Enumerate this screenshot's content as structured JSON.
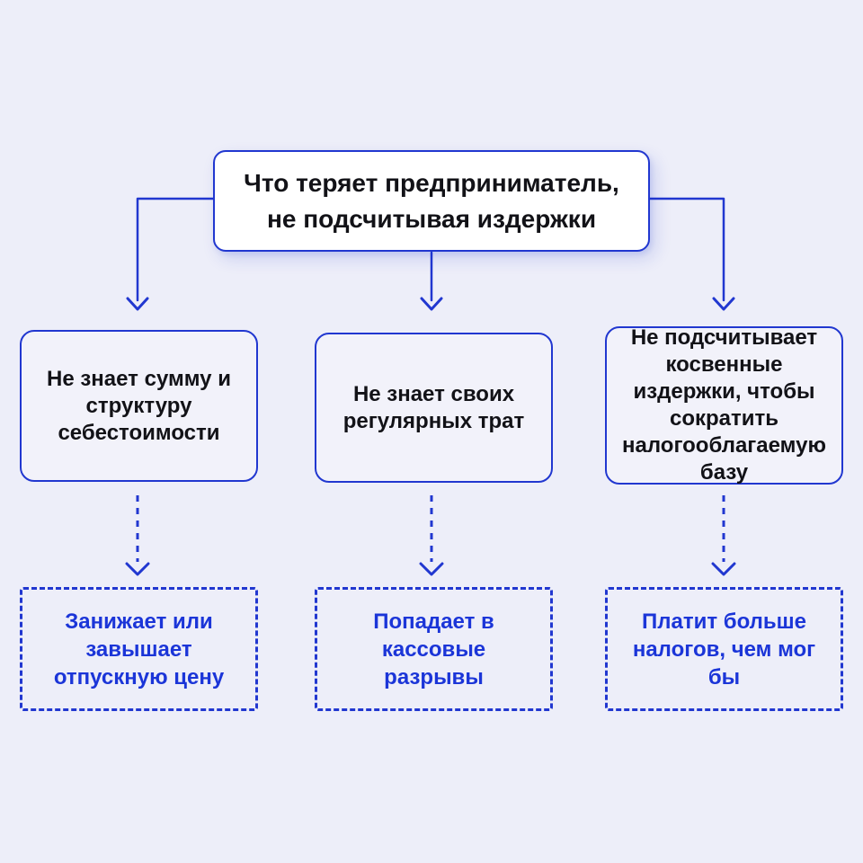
{
  "colors": {
    "background": "#edeef9",
    "accent": "#2137d0",
    "consequence_text": "#1b35d8",
    "root_fill": "#ffffff",
    "text": "#121217"
  },
  "root": {
    "lines": [
      "Что теряет предприниматель,",
      "не подсчитывая издержки"
    ],
    "text": "Что теряет предприниматель, не подсчитывая издержки"
  },
  "causes": [
    {
      "id": "cause-1",
      "text": "Не знает сумму и структуру себестоимости"
    },
    {
      "id": "cause-2",
      "text": "Не знает своих регулярных трат"
    },
    {
      "id": "cause-3",
      "text": "Не подсчитывает косвенные издержки, чтобы сократить налогооблагаемую базу"
    }
  ],
  "consequences": [
    {
      "id": "consequence-1",
      "text": "Занижает или завышает отпускную цену"
    },
    {
      "id": "consequence-2",
      "text": "Попадает в кассовые разрывы"
    },
    {
      "id": "consequence-3",
      "text": "Платит больше налогов, чем мог бы"
    }
  ],
  "edges": [
    {
      "from": "root",
      "to": "cause-1",
      "style": "solid-arrow"
    },
    {
      "from": "root",
      "to": "cause-2",
      "style": "solid-arrow"
    },
    {
      "from": "root",
      "to": "cause-3",
      "style": "solid-arrow"
    },
    {
      "from": "cause-1",
      "to": "consequence-1",
      "style": "dashed-arrow"
    },
    {
      "from": "cause-2",
      "to": "consequence-2",
      "style": "dashed-arrow"
    },
    {
      "from": "cause-3",
      "to": "consequence-3",
      "style": "dashed-arrow"
    }
  ]
}
